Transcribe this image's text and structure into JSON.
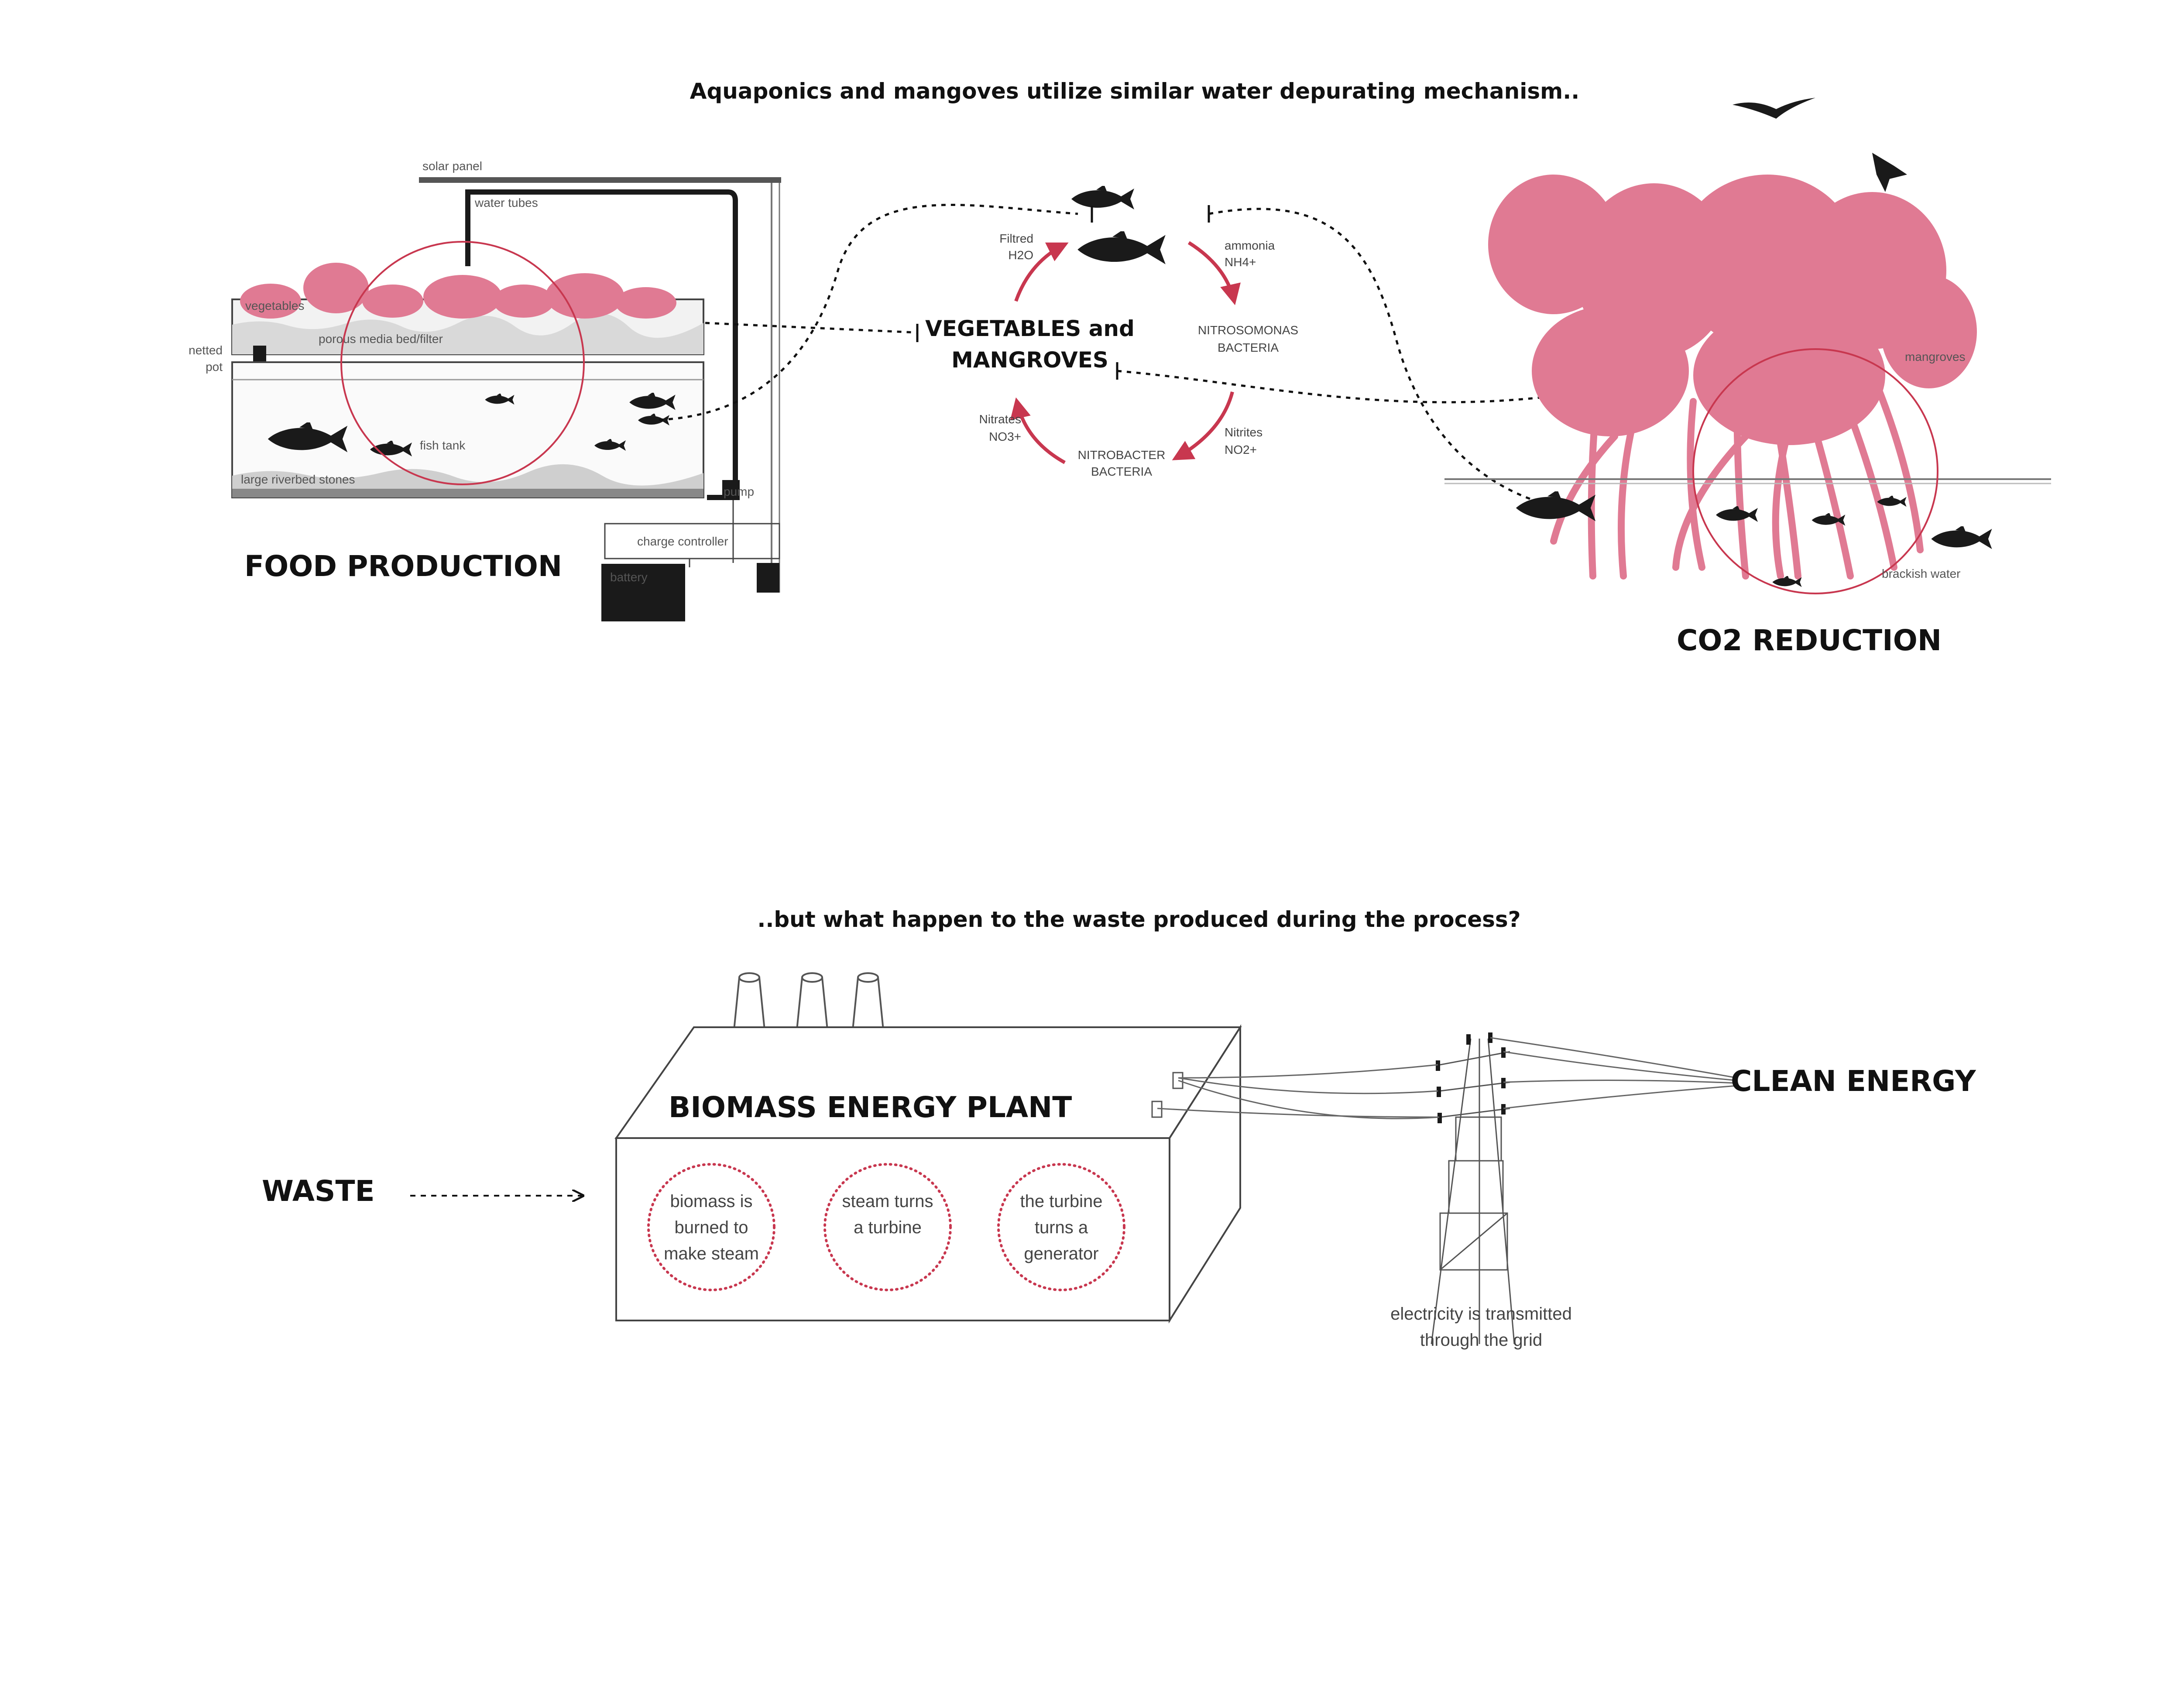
{
  "headings": {
    "top": "Aquaponics and mangoves utilize similar water depurating mechanism..",
    "middle": "..but what happen to the waste produced during the process?"
  },
  "aquaponics": {
    "title": "FOOD PRODUCTION",
    "labels": {
      "solar_panel": "solar panel",
      "water_tubes": "water tubes",
      "vegetables": "vegetables",
      "porous_media": "porous media bed/filter",
      "netted_pot_1": "netted",
      "netted_pot_2": "pot",
      "fish_tank": "fish tank",
      "stones": "large riverbed stones",
      "pump": "pump",
      "charge_controller": "charge controller",
      "battery": "battery"
    }
  },
  "cycle": {
    "center_1": "VEGETABLES and",
    "center_2": "MANGROVES",
    "filtred_1": "Filtred",
    "filtred_2": "H2O",
    "ammonia_1": "ammonia",
    "ammonia_2": "NH4+",
    "nitrosomonas_1": "NITROSOMONAS",
    "nitrosomonas_2": "BACTERIA",
    "nitrites_1": "Nitrites",
    "nitrites_2": "NO2+",
    "nitrobacter_1": "NITROBACTER",
    "nitrobacter_2": "BACTERIA",
    "nitrates_1": "Nitrates",
    "nitrates_2": "NO3+"
  },
  "mangrove": {
    "title": "CO2 REDUCTION",
    "labels": {
      "mangroves": "mangroves",
      "brackish": "brackish water"
    }
  },
  "energy": {
    "waste": "WASTE",
    "plant_title": "BIOMASS ENERGY PLANT",
    "steps": [
      [
        "biomass is",
        "burned to",
        "make steam"
      ],
      [
        "steam turns",
        "a turbine"
      ],
      [
        "the turbine",
        "turns a",
        "generator"
      ]
    ],
    "transmission_1": "electricity is transmitted",
    "transmission_2": "through the grid",
    "clean": "CLEAN ENERGY"
  },
  "colors": {
    "accent": "#c8374f",
    "plant_pink": "#e07a93",
    "ink": "#1a1a1a"
  }
}
